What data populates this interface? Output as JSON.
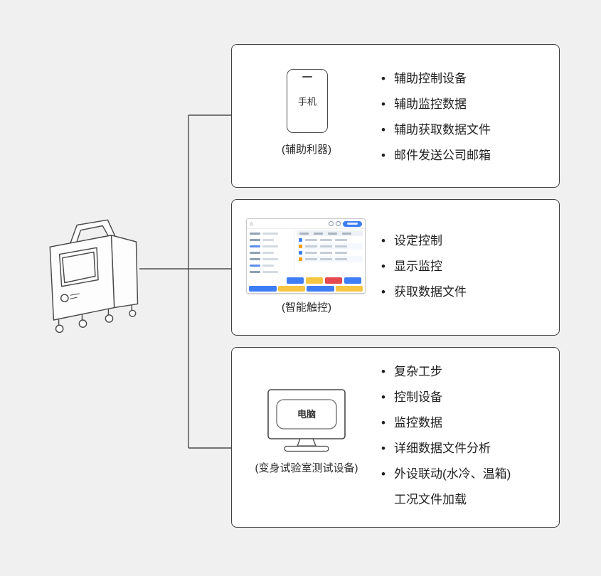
{
  "colors": {
    "background": "#f0f0f0",
    "card_border": "#3f3f3f",
    "text": "#1f1f1f",
    "connector": "#4a4a4a",
    "mini_blue": "#3f7df6",
    "mini_yellow": "#f6c643",
    "mini_red": "#e5484d",
    "mini_orange": "#f59e0b"
  },
  "sections": [
    {
      "icon": "phone-icon",
      "icon_label": "手机",
      "caption": "(辅助利器)",
      "bullets": [
        "辅助控制设备",
        "辅助监控数据",
        "辅助获取数据文件",
        "邮件发送公司邮箱"
      ]
    },
    {
      "icon": "touchscreen-screenshot",
      "caption": "(智能触控)",
      "bullets": [
        "设定控制",
        "显示监控",
        "获取数据文件"
      ]
    },
    {
      "icon": "computer-icon",
      "icon_label": "电脑",
      "caption": "(变身试验室测试设备)",
      "bullets": [
        "复杂工步",
        "控制设备",
        "监控数据",
        "详细数据文件分析",
        "外设联动(水冷、温箱)"
      ],
      "plain_line": "工况文件加载"
    }
  ],
  "mini_ui": {
    "home_icon": "⌂"
  }
}
